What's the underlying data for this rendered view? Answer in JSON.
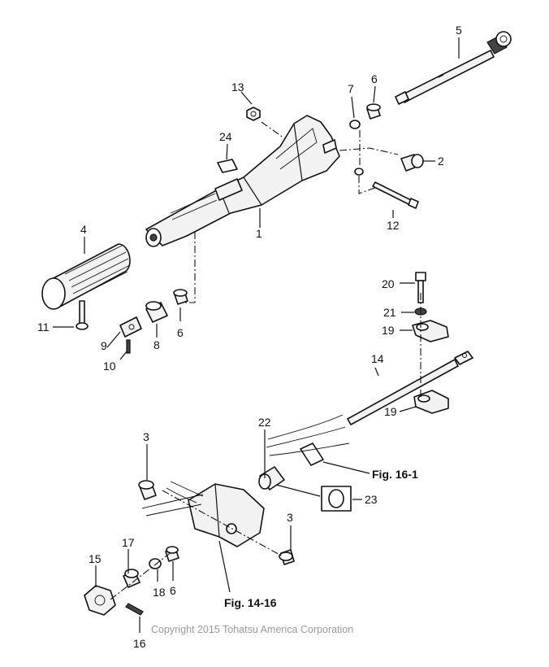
{
  "labels": {
    "p1": "1",
    "p2": "2",
    "p3a": "3",
    "p3b": "3",
    "p4": "4",
    "p5": "5",
    "p6a": "6",
    "p6b": "6",
    "p6c": "6",
    "p7": "7",
    "p8": "8",
    "p9": "9",
    "p10": "10",
    "p11": "11",
    "p12": "12",
    "p13": "13",
    "p14": "14",
    "p15": "15",
    "p16": "16",
    "p17": "17",
    "p18": "18",
    "p19a": "19",
    "p19b": "19",
    "p20": "20",
    "p21": "21",
    "p22": "22",
    "p23": "23",
    "p24": "24"
  },
  "references": {
    "fig_16_1": "Fig. 16-1",
    "fig_14_16": "Fig. 14-16"
  },
  "copyright": "Copyright 2015 Tohatsu America Corporation"
}
